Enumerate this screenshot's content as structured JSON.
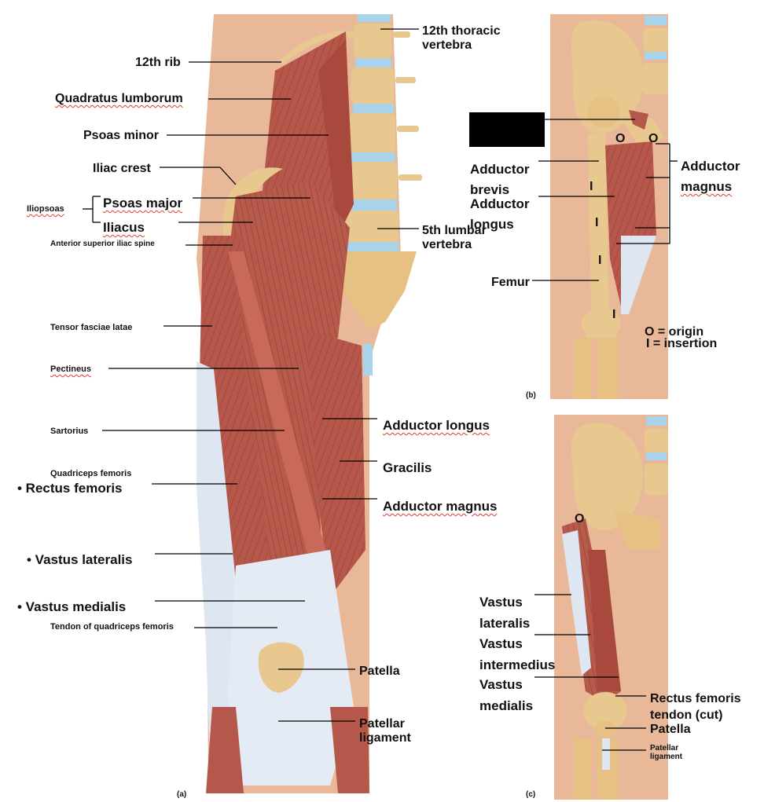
{
  "panels": {
    "a": "(a)",
    "b": "(b)",
    "c": "(c)"
  },
  "panel_a_labels": {
    "rib12": "12th rib",
    "t12_line1": "12th thoracic",
    "t12_line2": "vertebra",
    "quadratus": "Quadratus lumborum",
    "psoas_minor": "Psoas minor",
    "iliac_crest": "Iliac crest",
    "iliopsoas": "Iliopsoas",
    "psoas_major": "Psoas major",
    "iliacus": "Iliacus",
    "asis": "Anterior superior iliac spine",
    "l5_line1": "5th lumbar",
    "l5_line2": "vertebra",
    "tensor": "Tensor fasciae latae",
    "pectineus": "Pectineus",
    "sartorius": "Sartorius",
    "add_longus": "Adductor longus",
    "gracilis": "Gracilis",
    "quad_femoris": "Quadriceps femoris",
    "rectus": "• Rectus femoris",
    "add_magnus": "Adductor magnus",
    "vastus_lat": "• Vastus lateralis",
    "vastus_med": "• Vastus medialis",
    "tendon_quad": "Tendon of quadriceps femoris",
    "patella": "Patella",
    "pat_lig_line1": "Patellar",
    "pat_lig_line2": "ligament"
  },
  "panel_b_labels": {
    "add_brevis_line1": "Adductor",
    "add_brevis_line2": "brevis",
    "add_longus_line1": "Adductor",
    "add_longus_line2": "longus",
    "add_magnus_line1": "Adductor",
    "add_magnus_line2": "magnus",
    "femur": "Femur",
    "legend_o": "O = origin",
    "legend_i": "I  = insertion",
    "origin_mark": "O",
    "insertion_mark": "I"
  },
  "panel_c_labels": {
    "vl_line1": "Vastus",
    "vl_line2": "lateralis",
    "vi_line1": "Vastus",
    "vi_line2": "intermedius",
    "vm_line1": "Vastus",
    "vm_line2": "medialis",
    "rf_line1": "Rectus femoris",
    "rf_line2": "tendon (cut)",
    "patella": "Patella",
    "pl_line1": "Patellar",
    "pl_line2": "ligament",
    "origin_mark": "O"
  },
  "colors": {
    "skin": "#e9b898",
    "muscle": "#b5574a",
    "muscle_dark": "#8e3a30",
    "bone": "#e8c88e",
    "cartilage": "#a9d3ea",
    "tendon": "#dde6f1",
    "squiggle": "#e23b2b"
  }
}
